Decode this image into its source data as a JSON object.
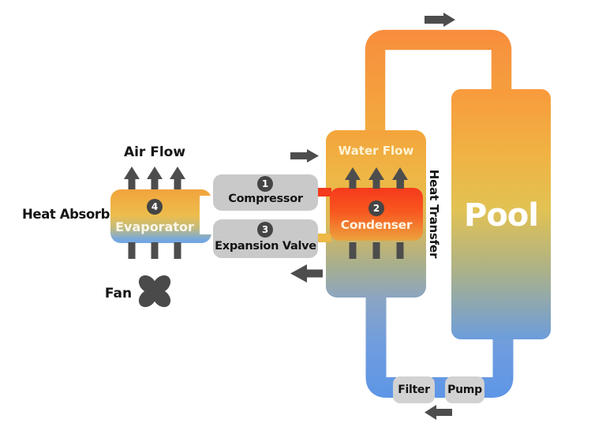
{
  "labels": {
    "air_flow": "Air Flow",
    "heat_absorb": "Heat Absorb",
    "fan": "Fan",
    "water_flow": "Water Flow",
    "heat_transfer": "Heat Transfer",
    "pool": "Pool"
  },
  "components": {
    "compressor": {
      "number": "1",
      "label": "Compressor"
    },
    "condenser": {
      "number": "2",
      "label": "Condenser"
    },
    "expansion_valve": {
      "number": "3",
      "label": "Expansion Valve"
    },
    "evaporator": {
      "number": "4",
      "label": "Evaporator"
    },
    "filter": {
      "label": "Filter"
    },
    "pump": {
      "label": "Pump"
    }
  },
  "colors": {
    "hot_pipe_orange": "#F8903E",
    "cold_pipe_blue": "#5E96E6",
    "condenser_red": "#F5431C",
    "warm_yellow": "#EDBD4C",
    "evaporator_blue": "#74A7E1",
    "component_gray": "#C9C9C9",
    "filter_pump_gray": "#D2D2D2",
    "arrow_dark_gray": "#4D4D4D",
    "text_black": "#141414",
    "text_white": "#FFFFFF"
  }
}
